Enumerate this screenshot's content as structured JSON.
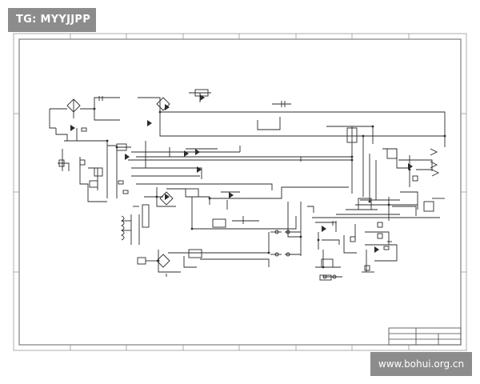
{
  "watermarks": {
    "tag": "TG: MYYJJPP",
    "site": "www.bohui.org.cn"
  },
  "colors": {
    "paper": "#ffffff",
    "line": "#2b2b2b",
    "frame": "#7a7a7a",
    "badge_bg": "#8c8c8c",
    "badge_text": "#ffffff"
  },
  "drawing": {
    "subject": "circuit-schematic",
    "title_block": "present, bottom-right, text illegible",
    "component_labels": "illegible"
  }
}
